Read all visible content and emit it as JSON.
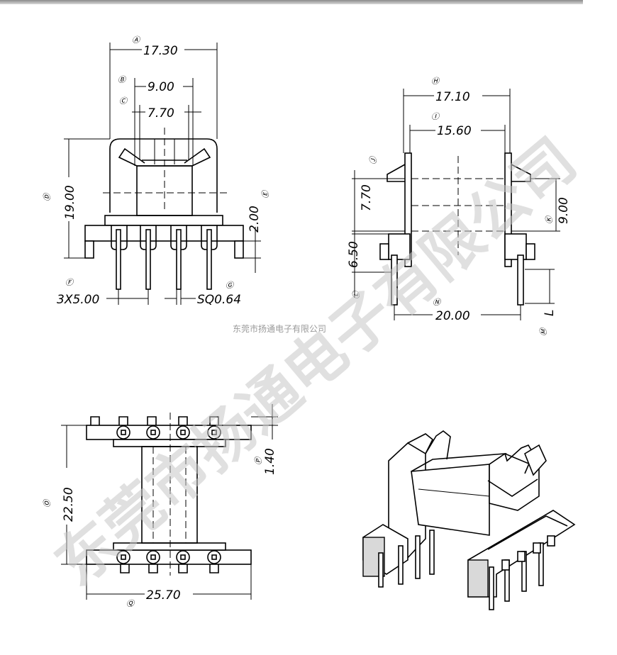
{
  "watermark": {
    "small": "东莞市扬通电子有限公司",
    "big": "东莞市扬通电子有限公司"
  },
  "front_view": {
    "dim_A": {
      "label": "Ⓐ",
      "value": "17.30"
    },
    "dim_B": {
      "label": "Ⓑ",
      "value": "9.00"
    },
    "dim_C": {
      "label": "Ⓒ",
      "value": "7.70"
    },
    "dim_D": {
      "label": "Ⓓ",
      "value": "19.00"
    },
    "dim_E": {
      "label": "Ⓔ",
      "value": "2.00"
    },
    "dim_F": {
      "label": "Ⓕ",
      "value": "3X5.00"
    },
    "dim_G": {
      "label": "Ⓖ",
      "value": "SQ0.64"
    }
  },
  "side_view": {
    "dim_H": {
      "label": "Ⓗ",
      "value": "17.10"
    },
    "dim_I": {
      "label": "Ⓘ",
      "value": "15.60"
    },
    "dim_J": {
      "label": "Ⓙ",
      "value": "7.70"
    },
    "dim_K": {
      "label": "Ⓚ",
      "value": "9.00"
    },
    "dim_L": {
      "label": "Ⓛ",
      "value": "6.50"
    },
    "dim_M": {
      "label": "Ⓜ",
      "value": "L"
    },
    "dim_N": {
      "label": "Ⓝ",
      "value": "20.00"
    }
  },
  "bottom_view": {
    "dim_O": {
      "label": "Ⓞ",
      "value": "22.50"
    },
    "dim_P": {
      "label": "Ⓟ",
      "value": "1.40"
    },
    "dim_Q": {
      "label": "Ⓠ",
      "value": "25.70"
    }
  },
  "colors": {
    "line": "#000000",
    "watermark": "#c8c8c8",
    "background": "#ffffff"
  }
}
